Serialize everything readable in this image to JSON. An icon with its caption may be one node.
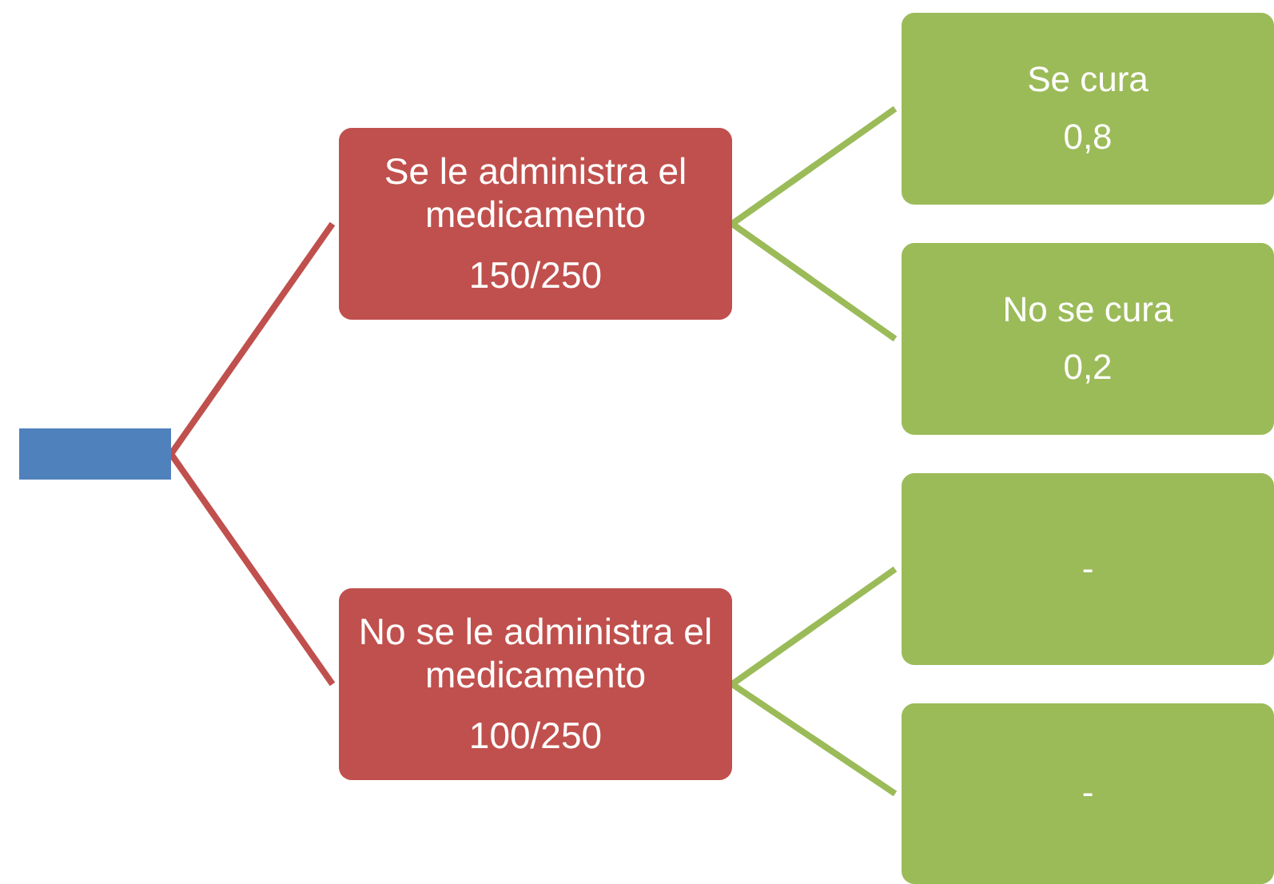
{
  "diagram": {
    "nodes": [
      {
        "text": [],
        "shape": "box"
      },
      {
        "text": [
          "Se le administra el medicamento",
          "150/250"
        ]
      },
      {
        "text": [
          "No se le administra el medicamento",
          "100/250"
        ]
      },
      {
        "text": [
          "Se cura",
          "0,8"
        ]
      },
      {
        "text": [
          "No se cura",
          "0,2"
        ]
      },
      {
        "text": [
          "-"
        ]
      },
      {
        "text": [
          "-"
        ]
      }
    ],
    "edges": [
      {
        "from": 0,
        "to": 1,
        "arrow": "none",
        "color": "#c0504d"
      },
      {
        "from": 0,
        "to": 2,
        "arrow": "none",
        "color": "#c0504d"
      },
      {
        "from": 1,
        "to": 3,
        "arrow": "none"
      },
      {
        "from": 1,
        "to": 4,
        "arrow": "none"
      },
      {
        "from": 2,
        "to": 5,
        "arrow": "none"
      },
      {
        "from": 2,
        "to": 6,
        "arrow": "none"
      }
    ]
  }
}
